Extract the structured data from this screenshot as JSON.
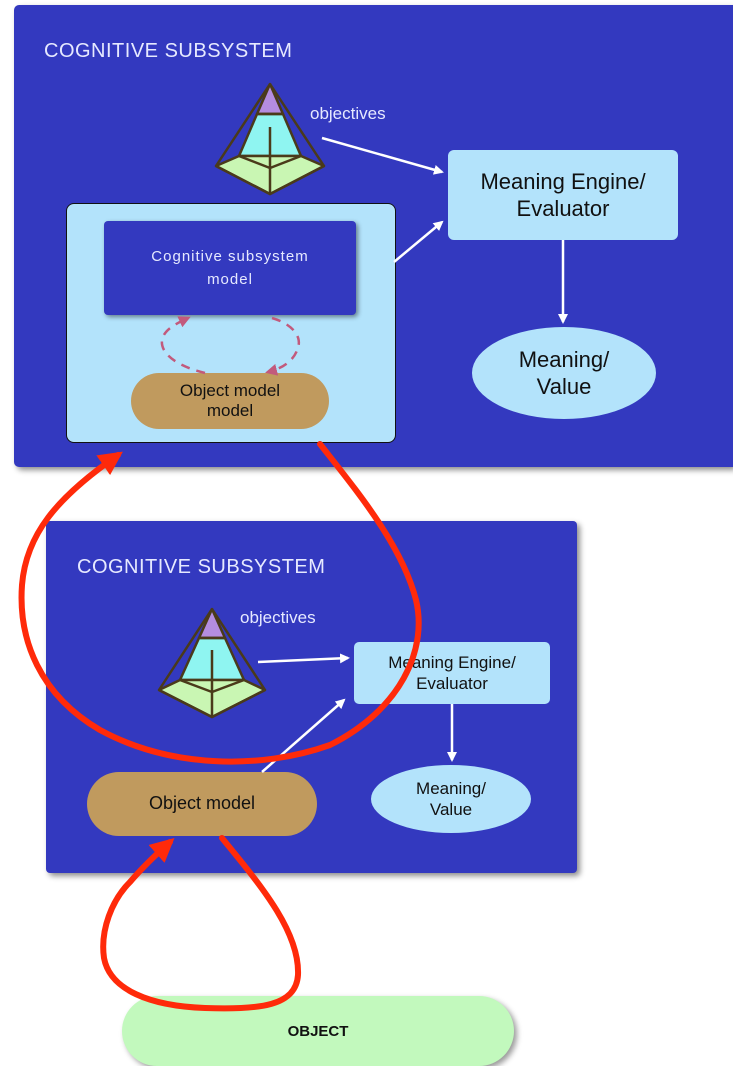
{
  "top": {
    "title": "COGNITIVE SUBSYSTEM",
    "objectives_label": "objectives",
    "engine_label": "Meaning Engine/\nEvaluator",
    "meaning_label": "Meaning/\nValue",
    "inner_model_label": "Cognitive subsystem\nmodel",
    "object_model_model_label": "Object model\nmodel"
  },
  "bottom": {
    "title": "COGNITIVE SUBSYSTEM",
    "objectives_label": "objectives",
    "engine_label": "Meaning Engine/\nEvaluator",
    "meaning_label": "Meaning/\nValue",
    "object_model_label": "Object model"
  },
  "object": {
    "label": "OBJECT"
  },
  "colors": {
    "panel": "#3339bf",
    "light_box": "#b3e3fb",
    "object_model": "#c09a5e",
    "object": "#c2f9bd",
    "loop": "#ff2a0a"
  }
}
